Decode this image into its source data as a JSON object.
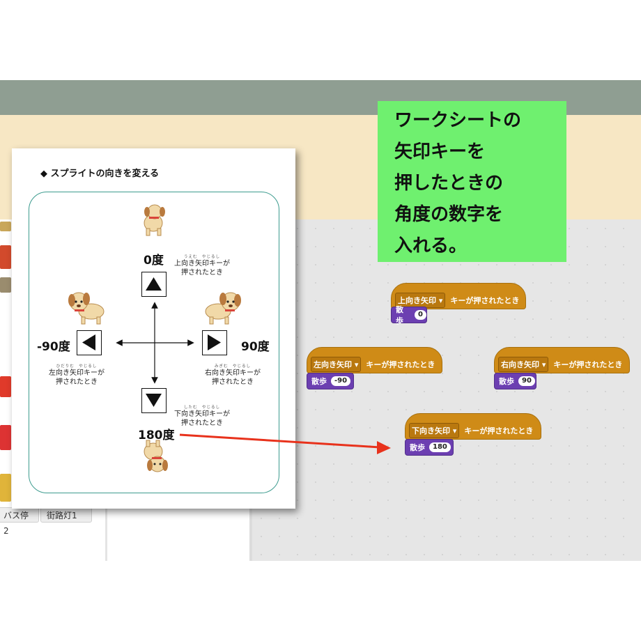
{
  "bottom_tabs": [
    "バス停2",
    "街路灯1"
  ],
  "worksheet": {
    "title": "◆ スプライトの向きを変える",
    "up": {
      "degree": "0度",
      "ruby": "うえむ　やじるし",
      "caption_line1": "上向き矢印キーが",
      "caption_line2": "押されたとき"
    },
    "left": {
      "degree": "-90度",
      "ruby": "ひだりむ　やじるし",
      "caption_line1": "左向き矢印キーが",
      "caption_line2": "押されたとき"
    },
    "right": {
      "degree": "90度",
      "ruby": "みぎむ　やじるし",
      "caption_line1": "右向き矢印キーが",
      "caption_line2": "押されたとき"
    },
    "down": {
      "degree": "180度",
      "ruby": "したむ　やじるし",
      "caption_line1": "下向き矢印キーが",
      "caption_line2": "押されたとき"
    }
  },
  "note": {
    "lines": [
      "ワークシートの",
      "矢印キーを",
      "押したときの",
      "角度の数字を",
      "入れる。"
    ]
  },
  "blocks": {
    "hat_suffix": "キーが押されたとき",
    "step_label": "散歩",
    "up": {
      "key": "上向き矢印",
      "value": "0"
    },
    "left": {
      "key": "左向き矢印",
      "value": "-90"
    },
    "right": {
      "key": "右向き矢印",
      "value": "90"
    },
    "down": {
      "key": "下向き矢印",
      "value": "180"
    }
  },
  "colors": {
    "note_bg": "#6ff06f",
    "event_block": "#cf8b17",
    "motion_block": "#6c3fb1",
    "arrow_red": "#e8321c",
    "frame_teal": "#3c9b8e"
  }
}
